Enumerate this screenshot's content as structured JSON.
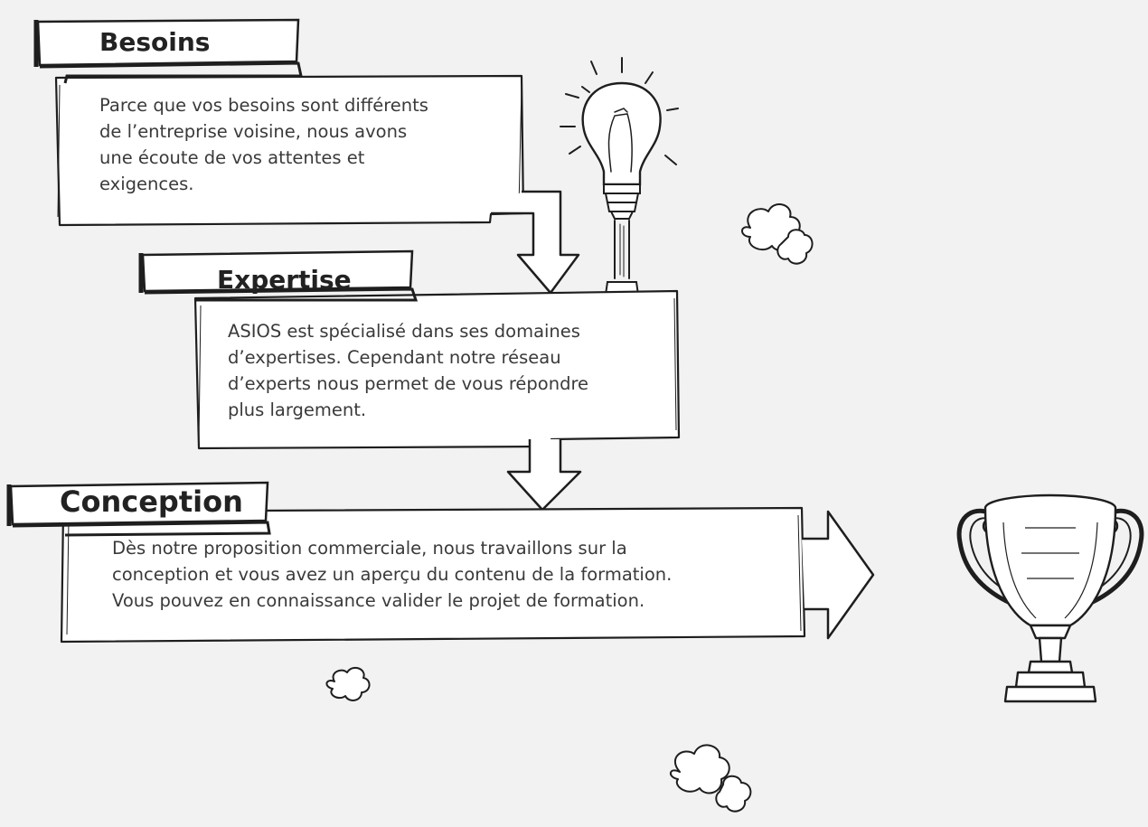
{
  "steps": [
    {
      "title": "Besoins",
      "lines": [
        "Parce que vos besoins sont différents",
        "de l’entreprise voisine, nous avons",
        "une écoute de vos attentes et",
        "exigences."
      ]
    },
    {
      "title": "Expertise",
      "lines": [
        "ASIOS est spécialisé dans ses domaines",
        "d’expertises. Cependant notre réseau",
        "d’experts nous permet de vous répondre",
        "plus largement."
      ]
    },
    {
      "title": "Conception",
      "lines": [
        "Dès notre proposition commerciale, nous travaillons sur la",
        "conception et vous avez un aperçu du contenu de la formation.",
        "Vous pouvez en connaissance valider le projet de formation."
      ]
    }
  ],
  "icons": [
    "lightbulb-icon",
    "trophy-icon",
    "cloud-puff-icon"
  ],
  "colors": {
    "background": "#f2f2f2",
    "card": "#ffffff",
    "ink": "#1e1e1e"
  }
}
